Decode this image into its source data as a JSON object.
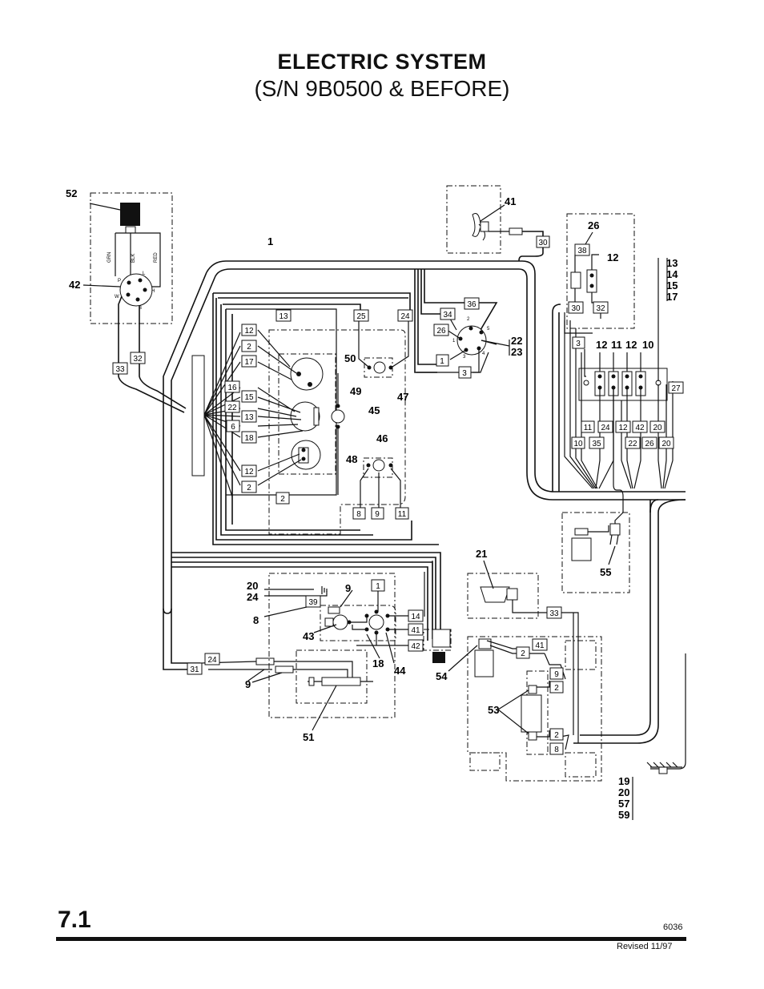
{
  "title": "ELECTRIC SYSTEM",
  "subtitle": "(S/N 9B0500 & BEFORE)",
  "page_number": "7.1",
  "doc_number": "6036",
  "revised": "Revised  11/97",
  "wire_colors": [
    "GRN",
    "BLK",
    "RED"
  ],
  "pin_letters": [
    "P",
    "L",
    "W",
    "H",
    "B"
  ],
  "terminal_numbers": [
    "1",
    "2",
    "3",
    "4",
    "5"
  ],
  "callouts": {
    "c52": "52",
    "c42": "42",
    "c1": "1",
    "c41": "41",
    "c26": "26",
    "c12top": "12",
    "c13_17": [
      "13",
      "14",
      "15",
      "17"
    ],
    "c50": "50",
    "c49": "49",
    "c45": "45",
    "c47": "47",
    "c46": "46",
    "c48": "48",
    "c22_23": [
      "22",
      "23"
    ],
    "c12a": "12",
    "c11": "11",
    "c12b": "12",
    "c10": "10",
    "c21": "21",
    "c55": "55",
    "c20_24": [
      "20",
      "24"
    ],
    "c9a": "9",
    "c8": "8",
    "c43": "43",
    "c18": "18",
    "c44": "44",
    "c9b": "9",
    "c51": "51",
    "c54": "54",
    "c53": "53",
    "c19_59": [
      "19",
      "20",
      "57",
      "59"
    ]
  },
  "wire_tags": [
    {
      "id": "w30a",
      "label": "30"
    },
    {
      "id": "w38",
      "label": "38"
    },
    {
      "id": "w30b",
      "label": "30"
    },
    {
      "id": "w32a",
      "label": "32"
    },
    {
      "id": "w3a",
      "label": "3"
    },
    {
      "id": "w27",
      "label": "27"
    },
    {
      "id": "w11",
      "label": "11"
    },
    {
      "id": "w24a",
      "label": "24"
    },
    {
      "id": "w12r",
      "label": "12"
    },
    {
      "id": "w42r",
      "label": "42"
    },
    {
      "id": "w20r",
      "label": "20"
    },
    {
      "id": "w10",
      "label": "10"
    },
    {
      "id": "w35",
      "label": "35"
    },
    {
      "id": "w22r",
      "label": "22"
    },
    {
      "id": "w26r",
      "label": "26"
    },
    {
      "id": "w20r2",
      "label": "20"
    },
    {
      "id": "w36",
      "label": "36"
    },
    {
      "id": "w34",
      "label": "34"
    },
    {
      "id": "w26",
      "label": "26"
    },
    {
      "id": "w1a",
      "label": "1"
    },
    {
      "id": "w3b",
      "label": "3"
    },
    {
      "id": "w25",
      "label": "25"
    },
    {
      "id": "w24b",
      "label": "24"
    },
    {
      "id": "w13a",
      "label": "13"
    },
    {
      "id": "w12a",
      "label": "12"
    },
    {
      "id": "w2a",
      "label": "2"
    },
    {
      "id": "w17",
      "label": "17"
    },
    {
      "id": "w16",
      "label": "16"
    },
    {
      "id": "w15",
      "label": "15"
    },
    {
      "id": "w22",
      "label": "22"
    },
    {
      "id": "w13b",
      "label": "13"
    },
    {
      "id": "w6",
      "label": "6"
    },
    {
      "id": "w18",
      "label": "18"
    },
    {
      "id": "w12b",
      "label": "12"
    },
    {
      "id": "w2b",
      "label": "2"
    },
    {
      "id": "w2c",
      "label": "2"
    },
    {
      "id": "w8a",
      "label": "8"
    },
    {
      "id": "w9a",
      "label": "9"
    },
    {
      "id": "w11b",
      "label": "11"
    },
    {
      "id": "w33a",
      "label": "33"
    },
    {
      "id": "w32b",
      "label": "32"
    },
    {
      "id": "w1b",
      "label": "1"
    },
    {
      "id": "w39",
      "label": "39"
    },
    {
      "id": "w14",
      "label": "14"
    },
    {
      "id": "w41a",
      "label": "41"
    },
    {
      "id": "w42",
      "label": "42"
    },
    {
      "id": "w24c",
      "label": "24"
    },
    {
      "id": "w31",
      "label": "31"
    },
    {
      "id": "w33b",
      "label": "33"
    },
    {
      "id": "w41b",
      "label": "41"
    },
    {
      "id": "w2d",
      "label": "2"
    },
    {
      "id": "w9b",
      "label": "9"
    },
    {
      "id": "w2e",
      "label": "2"
    },
    {
      "id": "w2f",
      "label": "2"
    },
    {
      "id": "w8b",
      "label": "8"
    }
  ],
  "colors": {
    "ink": "#111111",
    "paper": "#ffffff"
  }
}
